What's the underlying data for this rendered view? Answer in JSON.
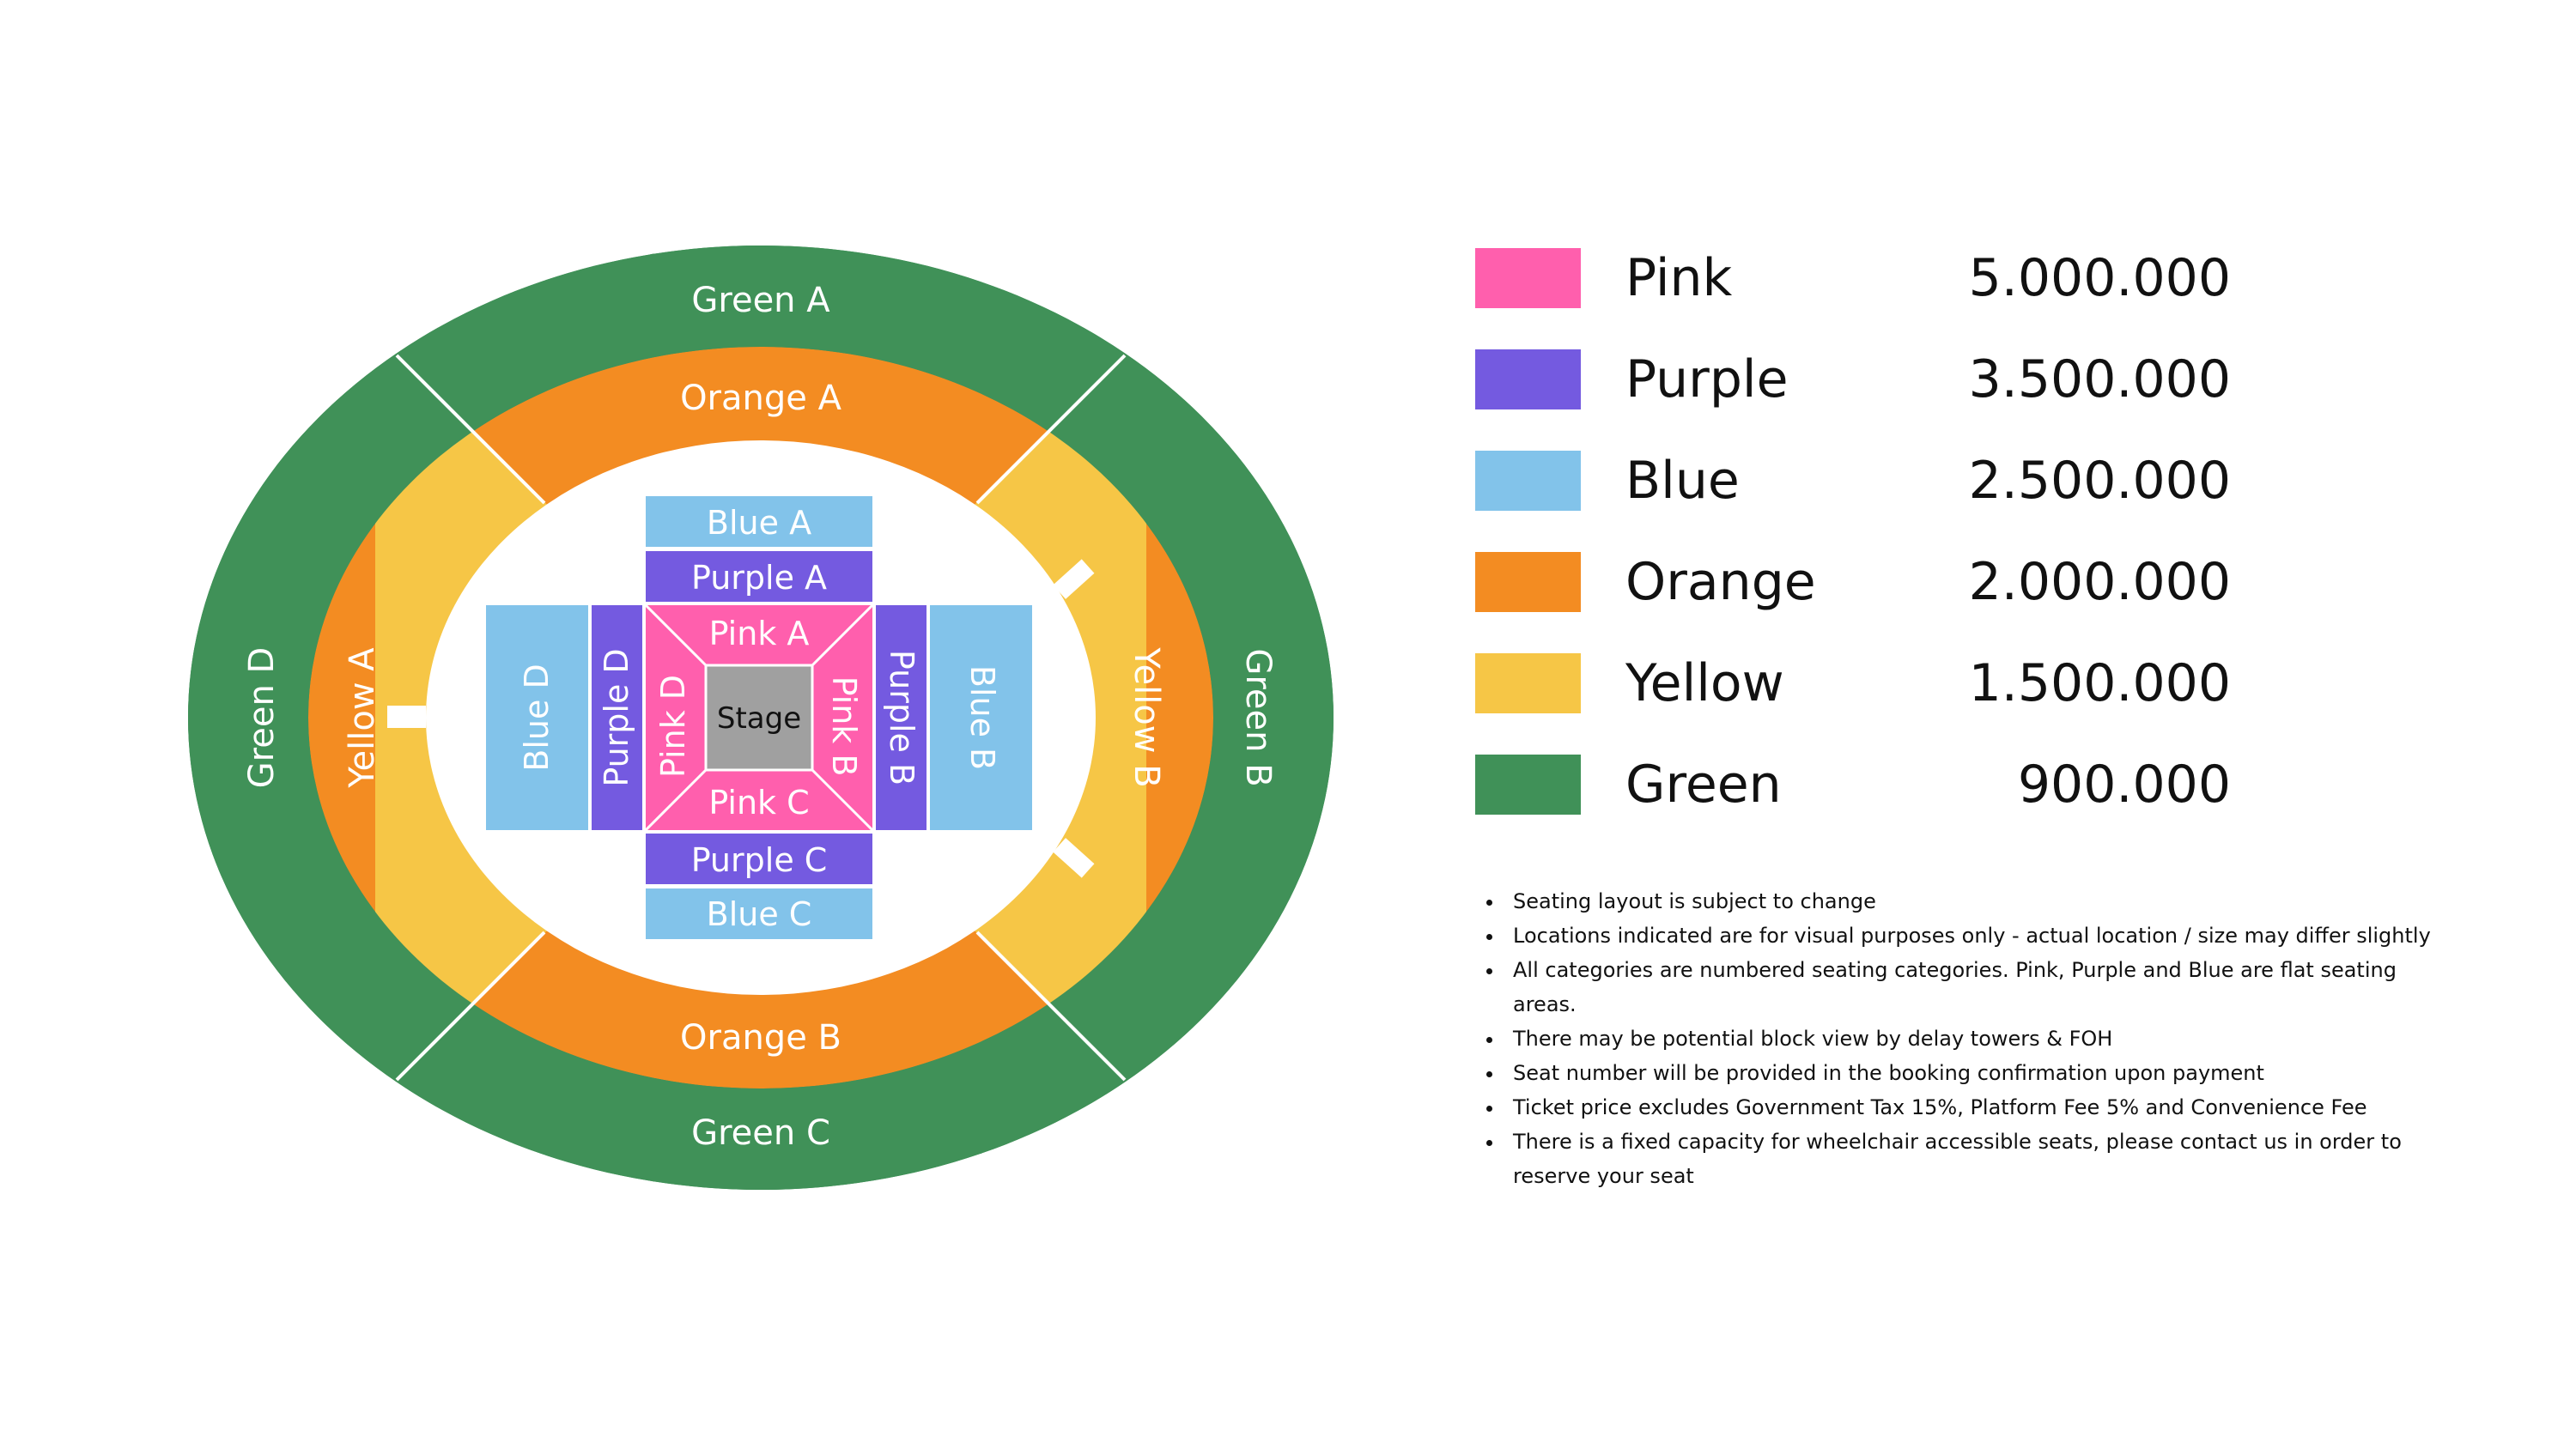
{
  "map": {
    "stage": "Stage",
    "pink": {
      "a": "Pink A",
      "b": "Pink B",
      "c": "Pink C",
      "d": "Pink D"
    },
    "purple": {
      "a": "Purple A",
      "b": "Purple B",
      "c": "Purple C",
      "d": "Purple D"
    },
    "blue": {
      "a": "Blue A",
      "b": "Blue B",
      "c": "Blue C",
      "d": "Blue D"
    },
    "orange": {
      "a": "Orange A",
      "b": "Orange B"
    },
    "yellow": {
      "a": "Yellow A",
      "b": "Yellow B"
    },
    "green": {
      "a": "Green A",
      "b": "Green B",
      "c": "Green C",
      "d": "Green D"
    }
  },
  "colors": {
    "pink": "#ff5fad",
    "purple": "#745ae0",
    "blue": "#82c3ea",
    "orange": "#f38c22",
    "yellow": "#f6c646",
    "green": "#409158",
    "stage": "#a0a0a0"
  },
  "legend": [
    {
      "name": "Pink",
      "price": "5.000.000",
      "color": "#ff5fad"
    },
    {
      "name": "Purple",
      "price": "3.500.000",
      "color": "#745ae0"
    },
    {
      "name": "Blue",
      "price": "2.500.000",
      "color": "#82c3ea"
    },
    {
      "name": "Orange",
      "price": "2.000.000",
      "color": "#f38c22"
    },
    {
      "name": "Yellow",
      "price": "1.500.000",
      "color": "#f6c646"
    },
    {
      "name": "Green",
      "price": "900.000",
      "color": "#409158"
    }
  ],
  "notes": [
    "Seating layout is subject to change",
    "Locations indicated are for visual purposes only - actual location / size may differ slightly",
    "All categories are numbered seating categories. Pink, Purple and Blue are flat seating areas.",
    "There may be potential block view by delay towers & FOH",
    "Seat number will be provided in the booking confirmation upon payment",
    "Ticket price excludes Government Tax 15%, Platform Fee 5% and Convenience Fee",
    "There is a fixed capacity for wheelchair accessible seats, please contact us in order to reserve your seat"
  ]
}
